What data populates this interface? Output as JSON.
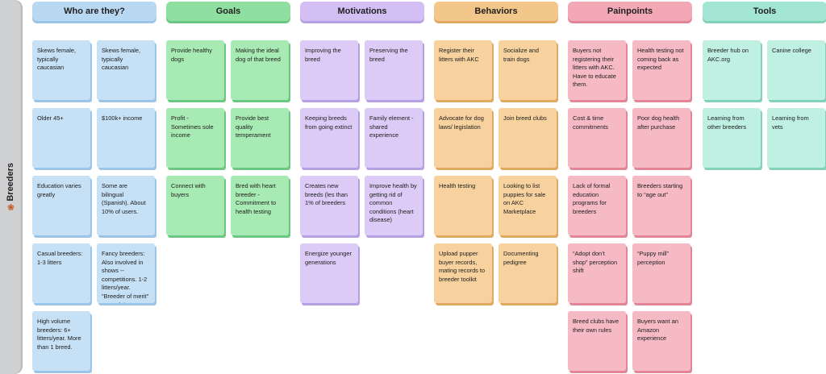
{
  "row_label": "Breeders",
  "colors": {
    "who": {
      "header": "#b9d9f3",
      "note": "#c6e0f5",
      "shadow": "#9cc4e6"
    },
    "goals": {
      "header": "#8fe0a0",
      "note": "#a7eab3",
      "shadow": "#6cc783"
    },
    "motivations": {
      "header": "#d3bff3",
      "note": "#dccbf6",
      "shadow": "#b6a0e4"
    },
    "behaviors": {
      "header": "#f3c789",
      "note": "#f7d29e",
      "shadow": "#e2a963"
    },
    "painpoints": {
      "header": "#f2a9b5",
      "note": "#f6bac5",
      "shadow": "#e28597"
    },
    "tools": {
      "header": "#a3e6d3",
      "note": "#bff0e2",
      "shadow": "#82d1b9"
    }
  },
  "columns": [
    {
      "key": "who",
      "title": "Who are they?",
      "notes": [
        [
          "Skews female, typically caucasian",
          "Skews female, typically caucasian"
        ],
        [
          "Older 45+",
          "$100k+ income"
        ],
        [
          "Education varies greatly",
          "Some are bilingual (Spanish). About 10% of users."
        ],
        [
          "Casual breeders: 1-3 litters",
          "Fancy breeders: Also involved in shows -- competitions. 1-2 litters/year. \"Breeder of merit\" - top of the top breeders"
        ],
        [
          "High volume breeders: 6+ litters/year. More than 1 breed.",
          null
        ]
      ]
    },
    {
      "key": "goals",
      "title": "Goals",
      "notes": [
        [
          "Provide healthy dogs",
          "Making the ideal dog of that breed"
        ],
        [
          "Profit - Sometimes sole income",
          "Provide best quality temperament"
        ],
        [
          "Connect with buyers",
          "Bred with heart breeder - Commitment to health testing"
        ]
      ]
    },
    {
      "key": "motivations",
      "title": "Motivations",
      "notes": [
        [
          "Improving the breed",
          "Preserving the breed"
        ],
        [
          "Keeping breeds from going extinct",
          "Family element - shared experience"
        ],
        [
          "Creates new breeds (les than 1% of breeders",
          "Improve health by getting rid of common conditions (heart disease)"
        ],
        [
          "Energize younger generations",
          null
        ]
      ]
    },
    {
      "key": "behaviors",
      "title": "Behaviors",
      "notes": [
        [
          "Register their litters with AKC",
          "Socialize and train dogs"
        ],
        [
          "Advocate for dog laws/ legislation",
          "Join breed clubs"
        ],
        [
          "Health testing",
          "Looking to list puppies for sale on AKC Marketplace"
        ],
        [
          "Upload pupper buyer records, mating records to breeder toolkit",
          "Documenting pedigree"
        ]
      ]
    },
    {
      "key": "painpoints",
      "title": "Painpoints",
      "notes": [
        [
          "Buyers not registering their litters with AKC. Have to educate them.",
          "Health testing not coming back as expected"
        ],
        [
          "Cost & time commitments",
          "Poor dog health after purchase"
        ],
        [
          "Lack of formal education programs for breeders",
          "Breeders starting to “age out”"
        ],
        [
          "“Adopt don’t shop” perception shift",
          "“Puppy mill” perception"
        ],
        [
          "Breed clubs have their own rules",
          "Buyers want an Amazon experience"
        ]
      ]
    },
    {
      "key": "tools",
      "title": "Tools",
      "notes": [
        [
          "Breeder hub on AKC.org",
          "Canine college"
        ],
        [
          "Learning from other breeders",
          "Learning from vets"
        ]
      ]
    }
  ]
}
